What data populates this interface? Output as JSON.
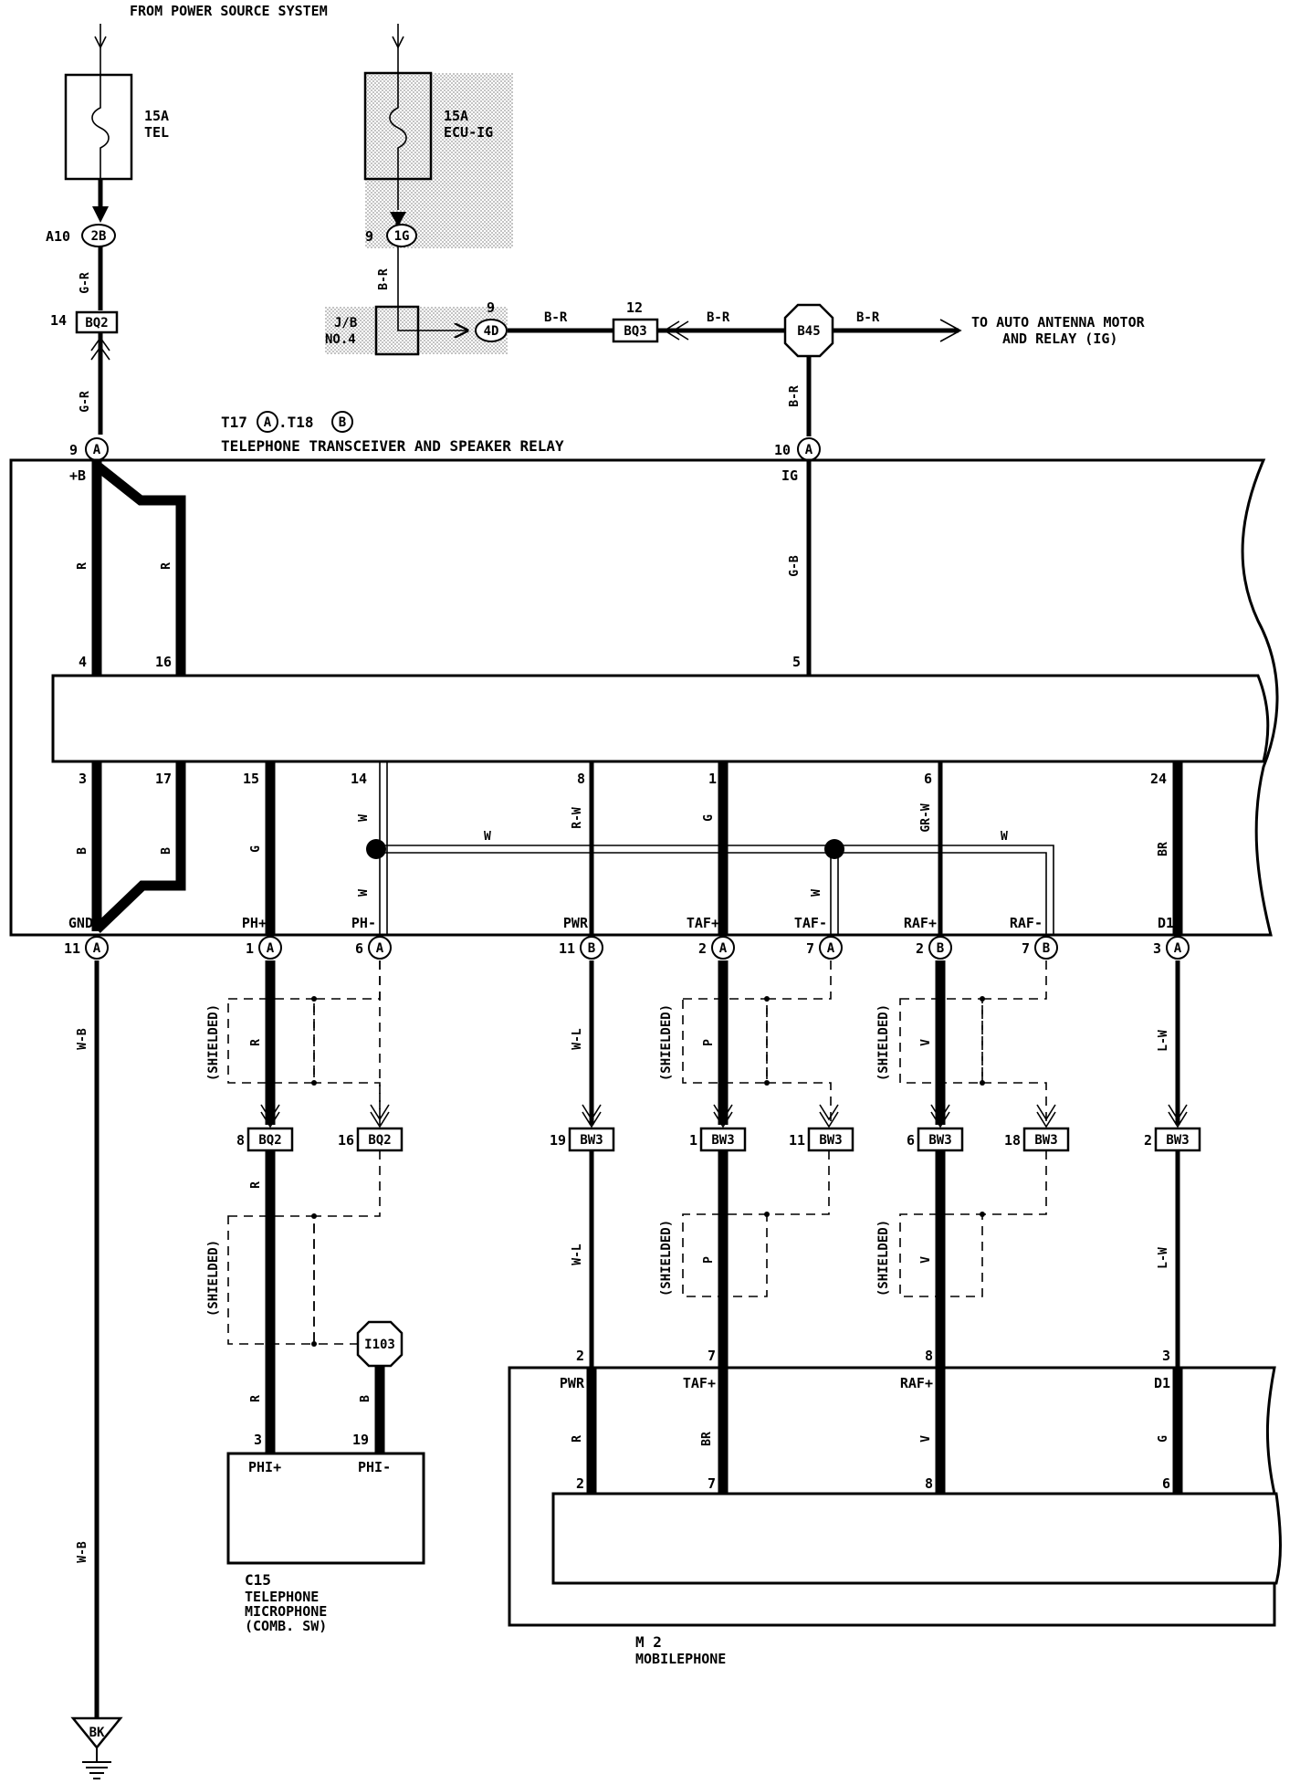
{
  "header": {
    "source": "FROM POWER SOURCE SYSTEM"
  },
  "fuses": [
    {
      "amp": "15A",
      "name": "TEL"
    },
    {
      "amp": "15A",
      "name": "ECU-IG"
    }
  ],
  "connectors": {
    "a10": "A10",
    "c2b": "2B",
    "c1g_pin": "9",
    "c1g": "1G",
    "bq2_pin": "14",
    "bq2": "BQ2",
    "c4d_pin": "9",
    "c4d": "4D",
    "bq3_pin": "12",
    "bq3": "BQ3",
    "b45": "B45",
    "jb_line1": "J/B",
    "jb_line2": "NO.4",
    "i103": "I103"
  },
  "wire_colors": {
    "g_r": "G-R",
    "g_r2": "G-R",
    "b_r_v": "B-R",
    "b_r_1": "B-R",
    "b_r_2": "B-R",
    "b_r_3": "B-R",
    "b_r_4": "B-R",
    "r1": "R",
    "r2": "R",
    "b1": "B",
    "b2": "B",
    "g_b": "G-B",
    "g_ph": "G",
    "w_ph1": "W",
    "w_ph2": "W",
    "w_bus1": "W",
    "r_w": "R-W",
    "g_taf": "G",
    "w_taf": "W",
    "gr_w": "GR-W",
    "w_bus2": "W",
    "br": "BR",
    "w_b_1": "W-B",
    "w_b_2": "W-B",
    "r_lower1": "R",
    "w_l_1": "W-L",
    "p_1": "P",
    "v_1": "V",
    "l_w_1": "L-W",
    "r_lower2": "R",
    "w_l_2": "W-L",
    "p_2": "P",
    "v_2": "V",
    "l_w_2": "L-W",
    "r_mic": "R",
    "b_mic": "B",
    "m_r": "R",
    "m_br": "BR",
    "m_v": "V",
    "m_g": "G"
  },
  "shielded_label": "(SHIELDED)",
  "antenna": {
    "line1": "TO AUTO ANTENNA MOTOR",
    "line2": "AND RELAY (IG)"
  },
  "transceiver": {
    "id_prefix": "T17",
    "conn_a": "A",
    "id_sep": ".T18",
    "conn_b": "B",
    "name": "TELEPHONE TRANSCEIVER AND SPEAKER RELAY",
    "top_pins": {
      "p9": "9",
      "pA9": "A",
      "p10": "10",
      "pA10": "A"
    },
    "inner": {
      "plus_b": "+B",
      "ig": "IG",
      "n4": "4",
      "n16": "16",
      "n5": "5",
      "n3": "3",
      "n17": "17",
      "n15": "15",
      "n14": "14",
      "n8": "8",
      "n1": "1",
      "n6": "6",
      "n24": "24"
    },
    "terminals": [
      {
        "label": "GND",
        "pin": "11",
        "conn": "A"
      },
      {
        "label": "PH+",
        "pin": "1",
        "conn": "A"
      },
      {
        "label": "PH-",
        "pin": "6",
        "conn": "A"
      },
      {
        "label": "PWR",
        "pin": "11",
        "conn": "B"
      },
      {
        "label": "TAF+",
        "pin": "2",
        "conn": "A"
      },
      {
        "label": "TAF-",
        "pin": "7",
        "conn": "A"
      },
      {
        "label": "RAF+",
        "pin": "2",
        "conn": "B"
      },
      {
        "label": "RAF-",
        "pin": "7",
        "conn": "B"
      },
      {
        "label": "D1",
        "pin": "3",
        "conn": "A"
      }
    ]
  },
  "junctions": [
    {
      "pin": "8",
      "name": "BQ2"
    },
    {
      "pin": "16",
      "name": "BQ2"
    },
    {
      "pin": "19",
      "name": "BW3"
    },
    {
      "pin": "1",
      "name": "BW3"
    },
    {
      "pin": "11",
      "name": "BW3"
    },
    {
      "pin": "6",
      "name": "BW3"
    },
    {
      "pin": "18",
      "name": "BW3"
    },
    {
      "pin": "2",
      "name": "BW3"
    }
  ],
  "microphone": {
    "pin_plus": "3",
    "pin_minus": "19",
    "term_plus": "PHI+",
    "term_minus": "PHI-",
    "id": "C15",
    "line1": "TELEPHONE",
    "line2": "MICROPHONE",
    "line3": "(COMB. SW)"
  },
  "mobilephone": {
    "id": "M 2",
    "name": "MOBILEPHONE",
    "top_pins": [
      "2",
      "7",
      "8",
      "3"
    ],
    "terms": [
      "PWR",
      "TAF+",
      "RAF+",
      "D1"
    ],
    "bottom_pins": [
      "2",
      "7",
      "8",
      "6"
    ]
  },
  "ground": {
    "label": "BK"
  }
}
